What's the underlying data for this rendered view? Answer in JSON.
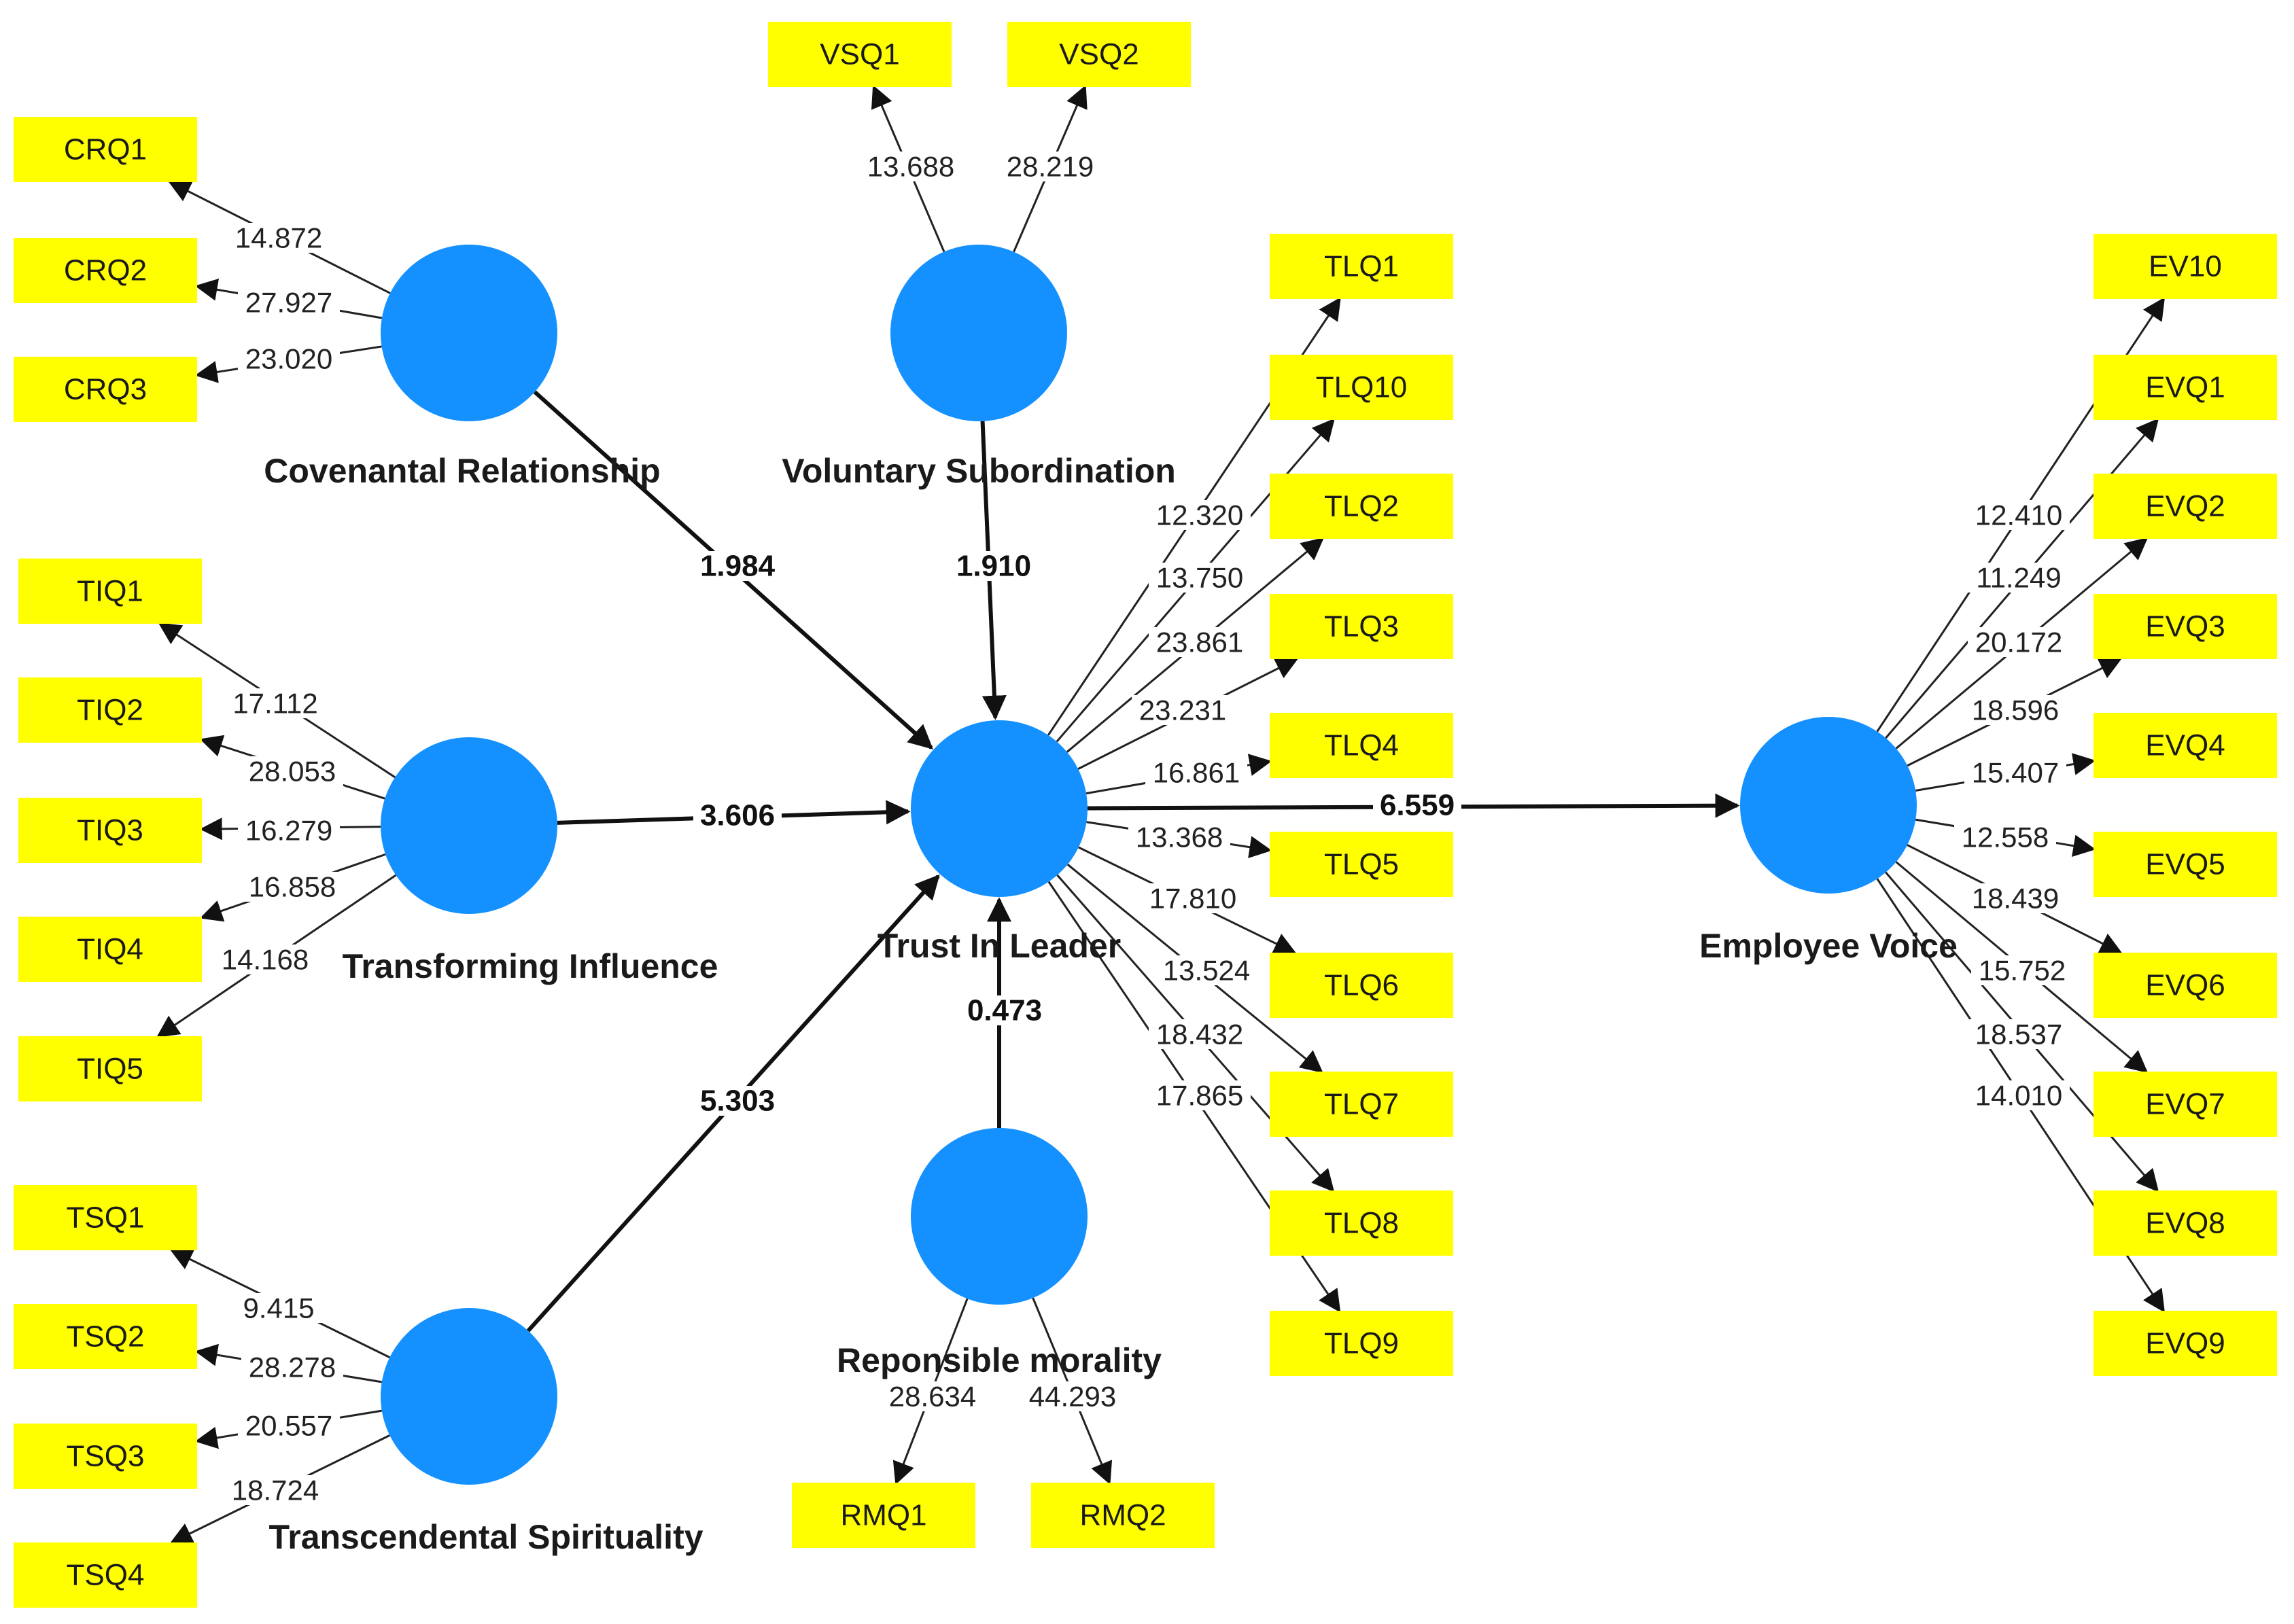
{
  "constructs": [
    {
      "id": "CR",
      "label": "Covenantal Relationship"
    },
    {
      "id": "VS",
      "label": "Voluntary  Subordination"
    },
    {
      "id": "TI",
      "label": "Transforming Influence"
    },
    {
      "id": "TS",
      "label": "Transcendental Spirituality"
    },
    {
      "id": "TL",
      "label": "Trust In Leader"
    },
    {
      "id": "RM",
      "label": "Reponsible morality"
    },
    {
      "id": "EV",
      "label": "Employee Voice"
    }
  ],
  "paths": [
    {
      "from": "CR",
      "to": "TL",
      "value": "1.984"
    },
    {
      "from": "VS",
      "to": "TL",
      "value": "1.910"
    },
    {
      "from": "TI",
      "to": "TL",
      "value": "3.606"
    },
    {
      "from": "TS",
      "to": "TL",
      "value": "5.303"
    },
    {
      "from": "RM",
      "to": "TL",
      "value": "0.473"
    },
    {
      "from": "TL",
      "to": "EV",
      "value": "6.559"
    }
  ],
  "indicators": [
    {
      "label": "CRQ1",
      "construct": "CR",
      "loading": "14.872"
    },
    {
      "label": "CRQ2",
      "construct": "CR",
      "loading": "27.927"
    },
    {
      "label": "CRQ3",
      "construct": "CR",
      "loading": "23.020"
    },
    {
      "label": "VSQ1",
      "construct": "VS",
      "loading": "13.688"
    },
    {
      "label": "VSQ2",
      "construct": "VS",
      "loading": "28.219"
    },
    {
      "label": "TIQ1",
      "construct": "TI",
      "loading": "17.112"
    },
    {
      "label": "TIQ2",
      "construct": "TI",
      "loading": "28.053"
    },
    {
      "label": "TIQ3",
      "construct": "TI",
      "loading": "16.279"
    },
    {
      "label": "TIQ4",
      "construct": "TI",
      "loading": "16.858"
    },
    {
      "label": "TIQ5",
      "construct": "TI",
      "loading": "14.168"
    },
    {
      "label": "TSQ1",
      "construct": "TS",
      "loading": "9.415"
    },
    {
      "label": "TSQ2",
      "construct": "TS",
      "loading": "28.278"
    },
    {
      "label": "TSQ3",
      "construct": "TS",
      "loading": "20.557"
    },
    {
      "label": "TSQ4",
      "construct": "TS",
      "loading": "18.724"
    },
    {
      "label": "RMQ1",
      "construct": "RM",
      "loading": "28.634"
    },
    {
      "label": "RMQ2",
      "construct": "RM",
      "loading": "44.293"
    },
    {
      "label": "TLQ1",
      "construct": "TL",
      "loading": "12.320"
    },
    {
      "label": "TLQ10",
      "construct": "TL",
      "loading": "13.750"
    },
    {
      "label": "TLQ2",
      "construct": "TL",
      "loading": "23.861"
    },
    {
      "label": "TLQ3",
      "construct": "TL",
      "loading": "23.231"
    },
    {
      "label": "TLQ4",
      "construct": "TL",
      "loading": "16.861"
    },
    {
      "label": "TLQ5",
      "construct": "TL",
      "loading": "13.368"
    },
    {
      "label": "TLQ6",
      "construct": "TL",
      "loading": "17.810"
    },
    {
      "label": "TLQ7",
      "construct": "TL",
      "loading": "13.524"
    },
    {
      "label": "TLQ8",
      "construct": "TL",
      "loading": "18.432"
    },
    {
      "label": "TLQ9",
      "construct": "TL",
      "loading": "17.865"
    },
    {
      "label": "EV10",
      "construct": "EV",
      "loading": "12.410"
    },
    {
      "label": "EVQ1",
      "construct": "EV",
      "loading": "11.249"
    },
    {
      "label": "EVQ2",
      "construct": "EV",
      "loading": "20.172"
    },
    {
      "label": "EVQ3",
      "construct": "EV",
      "loading": "18.596"
    },
    {
      "label": "EVQ4",
      "construct": "EV",
      "loading": "15.407"
    },
    {
      "label": "EVQ5",
      "construct": "EV",
      "loading": "12.558"
    },
    {
      "label": "EVQ6",
      "construct": "EV",
      "loading": "18.439"
    },
    {
      "label": "EVQ7",
      "construct": "EV",
      "loading": "15.752"
    },
    {
      "label": "EVQ8",
      "construct": "EV",
      "loading": "18.537"
    },
    {
      "label": "EVQ9",
      "construct": "EV",
      "loading": "14.010"
    }
  ],
  "colors": {
    "construct": "#1491ff",
    "indicator": "#ffff00"
  }
}
